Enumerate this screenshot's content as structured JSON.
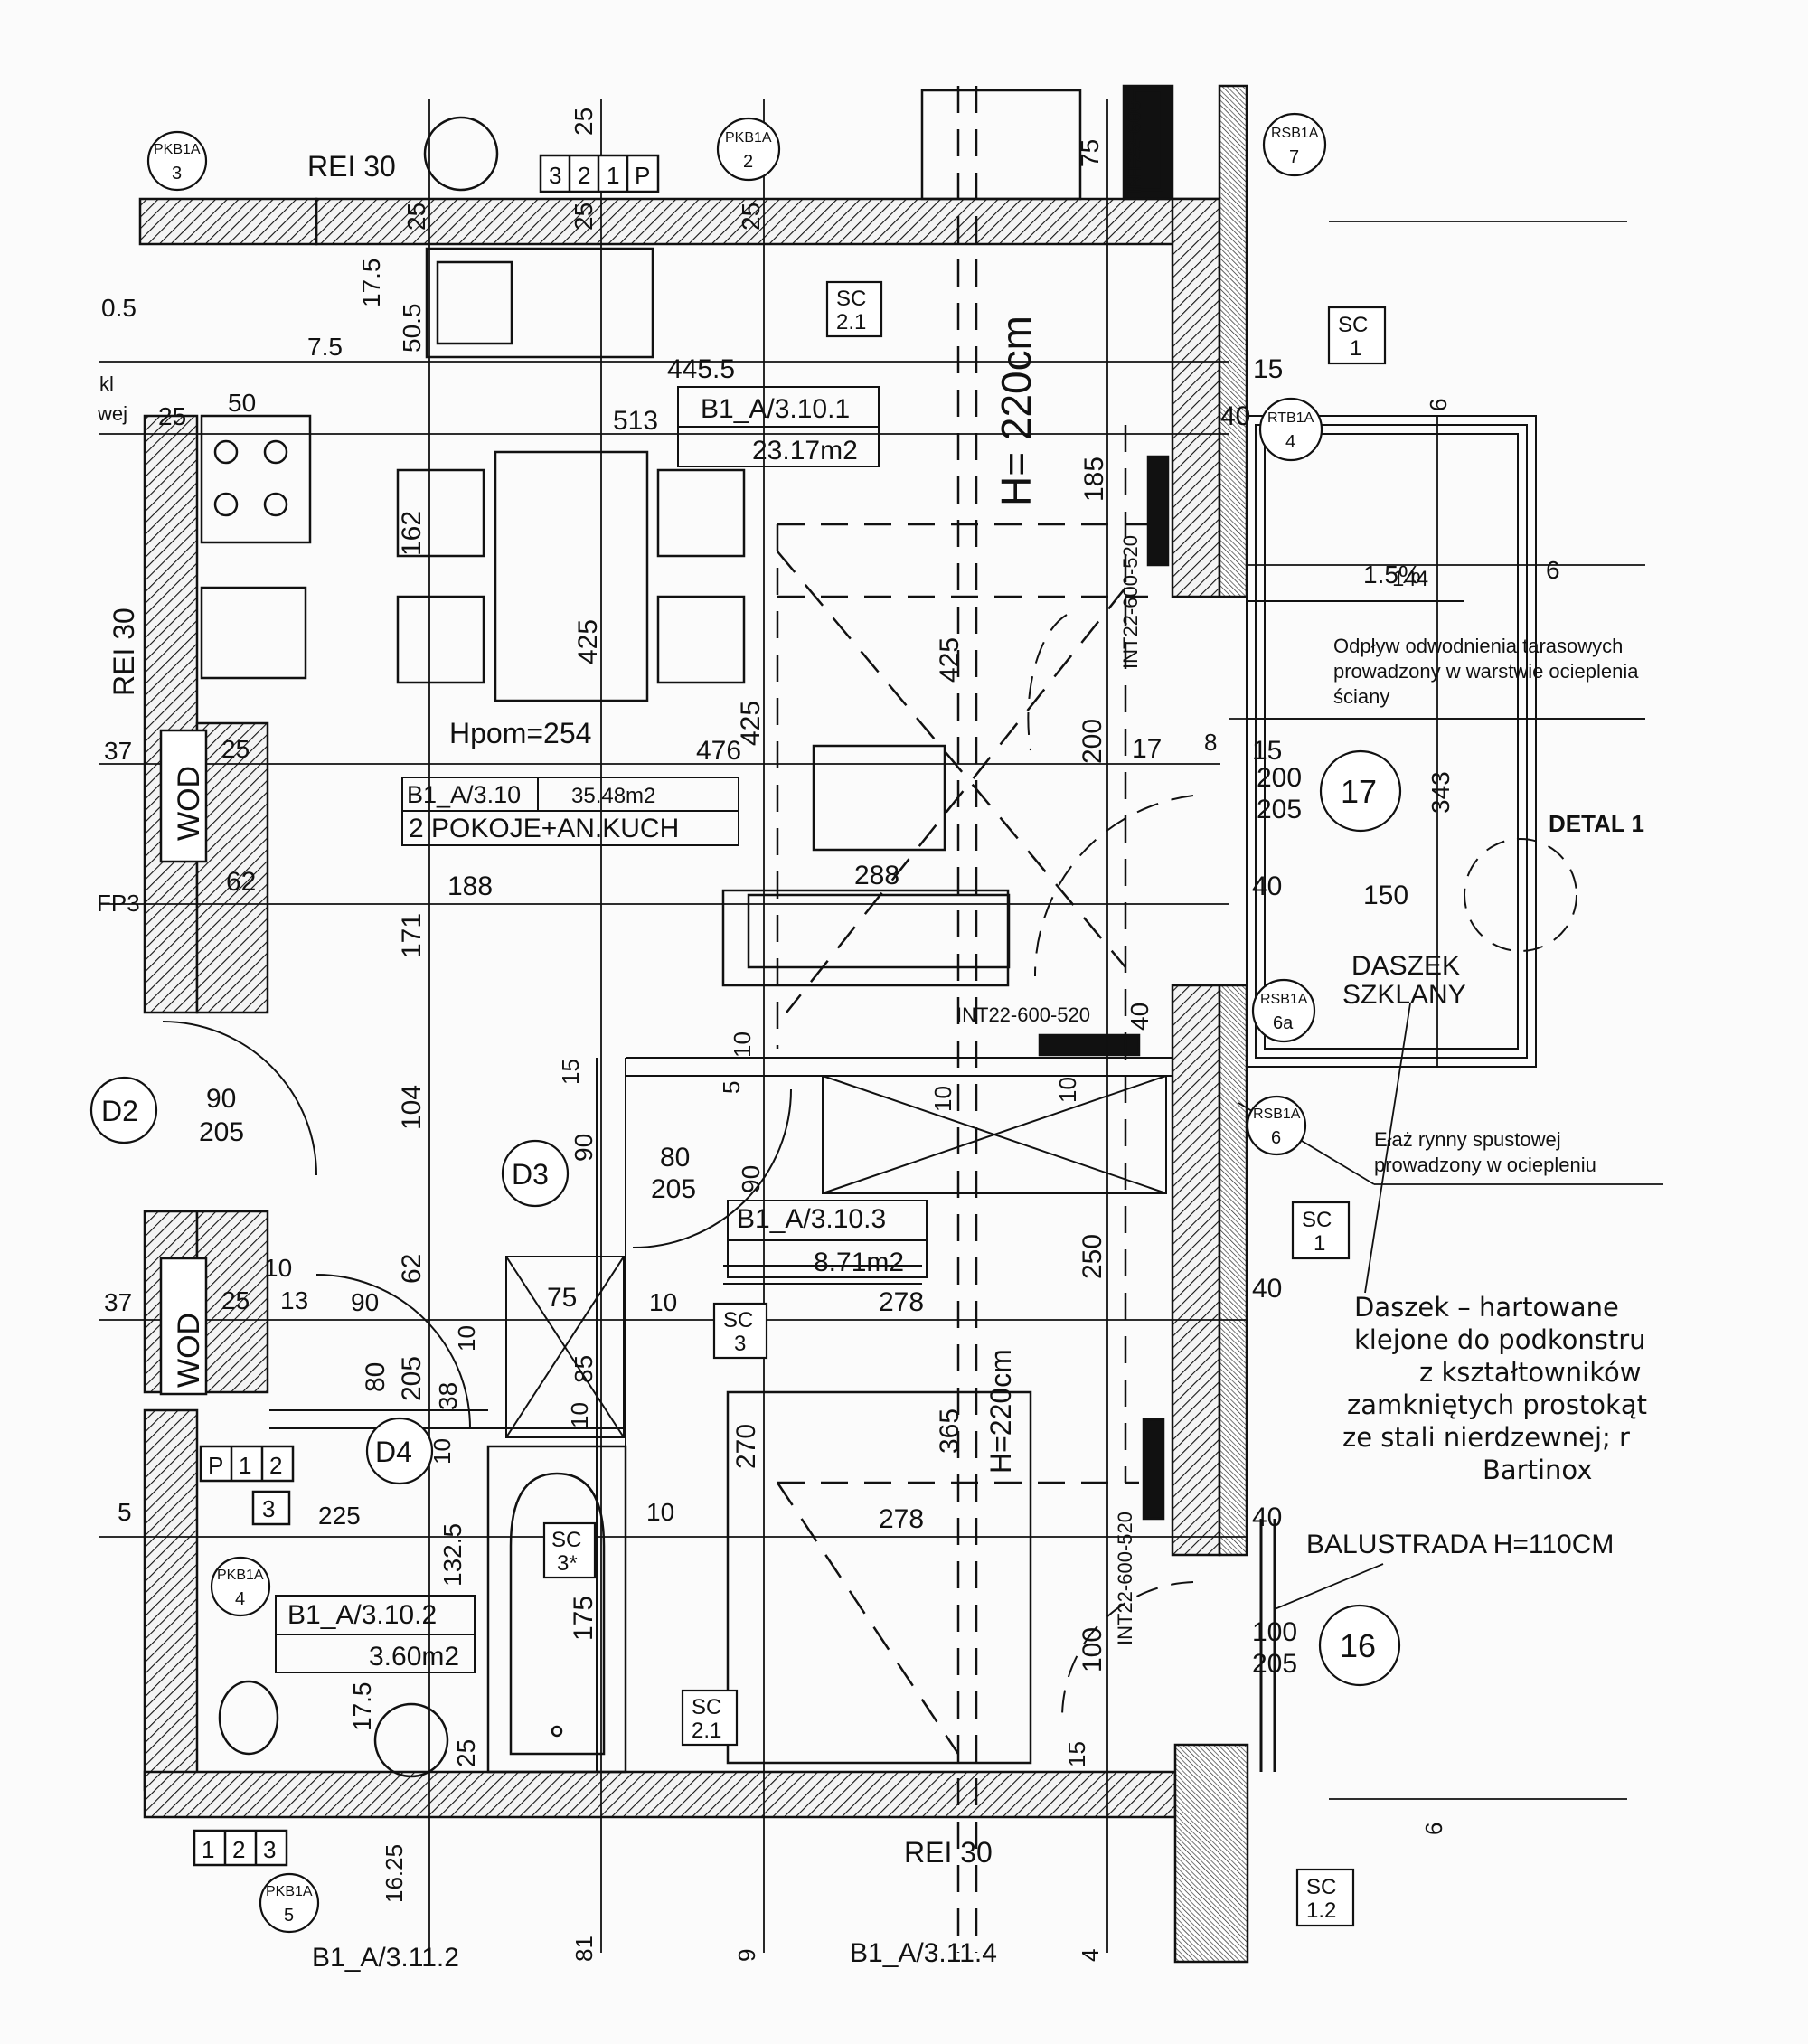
{
  "rooms": {
    "main": {
      "code": "B1_A/3.10",
      "area": "35.48m2",
      "name": "2 POKOJE+AN.KUCH",
      "height": "Hpom=254"
    },
    "kitchen": {
      "code": "B1_A/3.10.1",
      "area": "23.17m2"
    },
    "room2": {
      "code": "B1_A/3.10.3",
      "area": "8.71m2"
    },
    "bath": {
      "code": "B1_A/3.10.2",
      "area": "3.60m2"
    },
    "bottom_left": {
      "code": "B1_A/3.11.2"
    },
    "bottom_right": {
      "code": "B1_A/3.11.4"
    }
  },
  "labels": {
    "h220": "H= 220cm",
    "h220b": "H=220cm",
    "rei30_top": "REI 30",
    "rei30_left": "REI 30",
    "rei30_bottom": "REI 30",
    "int_top": "INT22-600",
    "int_mid": "INT22-600-520",
    "int_mid_h": "INT22-600-520",
    "int_bottom": "INT22-600-520",
    "fp3": "FP3",
    "daszek": [
      "DASZEK",
      "SZKLANY"
    ],
    "detal": "DETAL 1",
    "balustrada": "BALUSTRADA H=110CM",
    "note_odplyw": [
      "Odpływ odwodnienia tarasowych",
      "prowadzony w warstwie ocieplenia",
      "ściany"
    ],
    "note_rynny": [
      "Ełaż rynny spustowej",
      "prowadzony w ociepleniu"
    ],
    "note_daszek": [
      "Daszek – hartowane",
      "klejone do podkonstru",
      "z kształtowników",
      "zamkniętych prostokąt",
      "ze stali nierdzewnej; r",
      "Bartinox"
    ],
    "slope": "1.5%",
    "num144": "144",
    "wewnwej": "wej",
    "kl": "kl"
  },
  "tags": {
    "sc1": [
      "SC",
      "1"
    ],
    "sc1b": [
      "SC",
      "1"
    ],
    "sc12": [
      "SC",
      "1.2"
    ],
    "sc21": [
      "SC",
      "2.1"
    ],
    "sc21b": [
      "SC",
      "2.1"
    ],
    "sc3": [
      "SC",
      "3"
    ],
    "sc3s": [
      "SC",
      "3*"
    ],
    "rsb7": [
      "RSB1A",
      "7"
    ],
    "rsb6a": [
      "RSB1A",
      "6a"
    ],
    "rsb6": [
      "RSB1A",
      "6"
    ],
    "rtb4": [
      "RTB1A",
      "4"
    ],
    "pkb2": [
      "PKB1A",
      "2"
    ],
    "pkb4": [
      "PKB1A",
      "4"
    ],
    "pkb5": [
      "PKB1A",
      "5"
    ],
    "pkb3": [
      "PKB1A",
      "3"
    ]
  },
  "doors": {
    "d2": {
      "tag": "D2",
      "w": "90",
      "h": "205"
    },
    "d3": {
      "tag": "D3",
      "w": "80",
      "h": "205"
    },
    "d4": {
      "tag": "D4",
      "w": "80",
      "h": "205"
    }
  },
  "windows": {
    "w17": {
      "tag": "17",
      "w": "200",
      "h": "205"
    },
    "w16": {
      "tag": "16",
      "w": "100",
      "h": "205"
    }
  },
  "vents": {
    "top": [
      "3",
      "2",
      "1",
      "P"
    ],
    "mid": [
      "P",
      "1",
      "2",
      "3"
    ],
    "bottom": [
      "1",
      "2",
      "3"
    ],
    "wod": "WOD"
  },
  "dims": {
    "d445_5": "445.5",
    "d513": "513",
    "d425a": "425",
    "d425b": "425",
    "d425c": "425",
    "d476": "476",
    "d162": "162",
    "d188": "188",
    "d171": "171",
    "d104": "104",
    "d62a": "62",
    "d62b": "62",
    "d288": "288",
    "d185": "185",
    "d200": "200",
    "d343": "343",
    "d150": "150",
    "d15a": "15",
    "d15b": "15",
    "d17": "17",
    "d8": "8",
    "d40a": "40",
    "d40b": "40",
    "d40c": "40",
    "d40d": "40",
    "d40e": "40",
    "d6a": "6",
    "d6b": "6",
    "d6c": "6",
    "d25a": "25",
    "d25b": "25",
    "d25c": "25",
    "d25d": "25",
    "d25e": "25",
    "d25f": "25",
    "d25g": "25",
    "d25h": "25",
    "d75a": "75",
    "d75b": "75",
    "d50_5": "50.5",
    "d17_5a": "17.5",
    "d17_5b": "17.5",
    "d7_5": "7.5",
    "d50": "50",
    "d0_5": "0.5",
    "d37a": "37",
    "d37b": "37",
    "d10a": "10",
    "d10b": "10",
    "d10c": "10",
    "d10d": "10",
    "d10e": "10",
    "d10f": "10",
    "d10g": "10",
    "d10h": "10",
    "d13": "13",
    "d90a": "90",
    "d90b": "90",
    "d90c": "90",
    "d5a": "5",
    "d5b": "5",
    "d250": "250",
    "d278a": "278",
    "d278b": "278",
    "d270": "270",
    "d365": "365",
    "d100": "100",
    "d85": "85",
    "d38": "38",
    "d132_5": "132.5",
    "d175": "175",
    "d225": "225",
    "d16_25": "16.25",
    "d81": "81",
    "d9": "9",
    "d4": "4",
    "d15c": "15",
    "d15d": "15",
    "d10i": "10"
  }
}
